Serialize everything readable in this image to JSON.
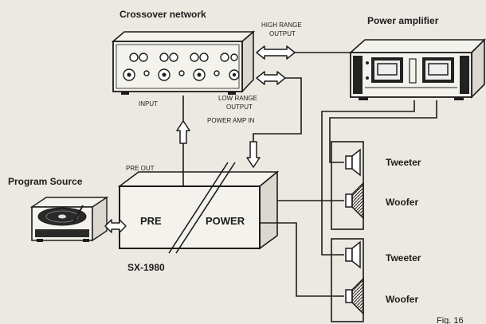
{
  "diagram": {
    "title_crossover": "Crossover network",
    "title_power_amp": "Power amplifier",
    "label_high_range_output": [
      "HIGH RANGE",
      "OUTPUT"
    ],
    "label_input": "INPUT",
    "label_low_range_output": [
      "LOW RANGE",
      "OUTPUT"
    ],
    "label_power_amp_in": "POWER AMP IN",
    "label_pre_out": "PRE OUT",
    "label_program_source": "Program Source",
    "label_pre": "PRE",
    "label_power": "POWER",
    "label_model": "SX-1980",
    "speakers": [
      {
        "label": "Tweeter"
      },
      {
        "label": "Woofer"
      },
      {
        "label": "Tweeter"
      },
      {
        "label": "Woofer"
      }
    ],
    "fig_label": "Fig. 16"
  }
}
